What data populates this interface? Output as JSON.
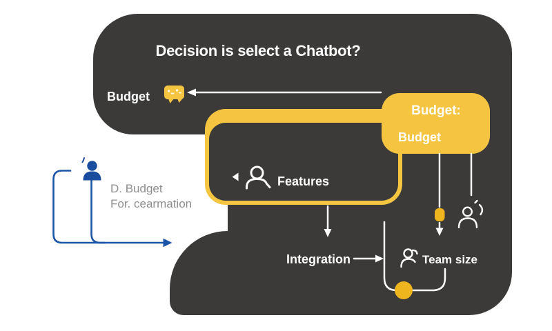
{
  "title": "Decision is select a Chatbot?",
  "nodes": {
    "budget_label": "Budget",
    "budget_box": {
      "heading": "Budget:",
      "value": "Budget"
    },
    "features_label": "Features",
    "integration_label": "Integration",
    "team_size_label": "Team size"
  },
  "side_note": {
    "line1": "D. Budget",
    "line2": "For. cearmation"
  },
  "icons": {
    "chat": "chat-bubble-icon",
    "features_person": "person-outline-icon",
    "team_person": "person-team-icon",
    "sound_person": "person-sound-icon",
    "blue_person": "person-blue-icon",
    "left_triangle": "left-triangle-icon"
  },
  "colors": {
    "dark": "#3b3a39",
    "yellow": "#f5c542",
    "dot_yellow": "#efb51f",
    "blue_line": "#1d55a6",
    "blue_icon": "#1b4d9e",
    "gray_text": "#8d8d8d",
    "white": "#ffffff"
  }
}
